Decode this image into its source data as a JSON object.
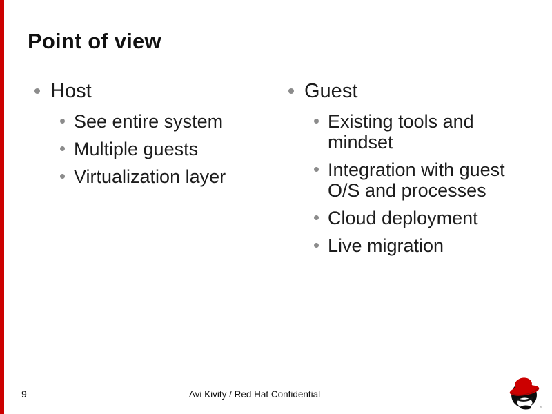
{
  "slide": {
    "title": "Point of view",
    "background": "#ffffff",
    "accent_color": "#cc0000",
    "bullet_color": "#8c8c8c",
    "text_color": "#1c1c1c"
  },
  "columns": [
    {
      "heading": "Host",
      "items": [
        "See entire system",
        "Multiple guests",
        "Virtualization layer"
      ]
    },
    {
      "heading": "Guest",
      "items": [
        "Existing tools and mindset",
        "Integration with guest O/S and processes",
        "Cloud deployment",
        "Live migration"
      ]
    }
  ],
  "footer": {
    "page_number": "9",
    "text": "Avi Kivity / Red Hat Confidential"
  },
  "logo": {
    "name": "red-hat-shadowman",
    "registered": "®"
  }
}
